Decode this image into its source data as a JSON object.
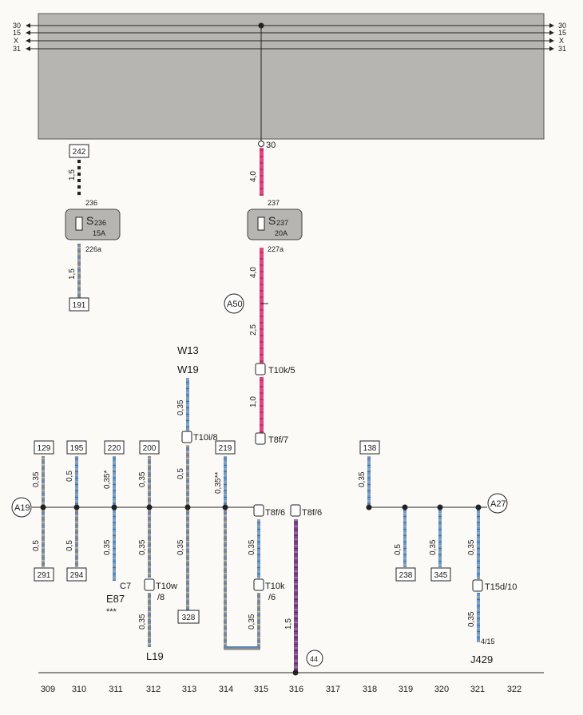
{
  "bus_labels_left": [
    "30",
    "15",
    "X",
    "31"
  ],
  "bus_labels_right": [
    "30",
    "15",
    "X",
    "31"
  ],
  "top_connection_label": "30",
  "fuses": [
    {
      "id": "S236",
      "name": "S",
      "sub": "236",
      "rating": "15A",
      "pin_in": "236",
      "pin_out": "226a"
    },
    {
      "id": "S237",
      "name": "S",
      "sub": "237",
      "rating": "20A",
      "pin_in": "237",
      "pin_out": "227a"
    }
  ],
  "wire_sizes": {
    "w242": "1,5",
    "w191": "1,5",
    "w30a": "4,0",
    "w30b": "4,0",
    "w30c": "2,5",
    "w30d": "1,0",
    "w129": "0,35",
    "w195": "0,5",
    "w220": "0,35*",
    "w200": "0,35",
    "w313": "0,35",
    "w313b": "0,5",
    "w219": "0,35**",
    "w291": "0,5",
    "w294": "0,5",
    "w311": "0,35",
    "w312": "0,35",
    "w312b": "0,35",
    "w313c": "0,35",
    "w315a": "0,35",
    "w315b": "0,35",
    "w316": "1,5",
    "w138": "0,35",
    "w238": "0,5",
    "w345": "0,35",
    "w321a": "0,35",
    "w321b": "0,35"
  },
  "boxes": {
    "b242": "242",
    "b191": "191",
    "b129": "129",
    "b195": "195",
    "b220": "220",
    "b200": "200",
    "b219": "219",
    "b291": "291",
    "b294": "294",
    "b328": "328",
    "b138": "138",
    "b238": "238",
    "b345": "345"
  },
  "circles": {
    "a50": "A50",
    "a19": "A19",
    "a27": "A27",
    "g44": "44"
  },
  "labels": {
    "w13": "W13",
    "w19": "W19",
    "t10k5": "T10k/5",
    "t8f7": "T8f/7",
    "t10i8": "T10i/8",
    "t8f6a": "T8f/6",
    "t8f6b": "T8f/6",
    "t10w": "T10w",
    "t10w8": "/8",
    "t10k6": "T10k",
    "t10k6s": "/6",
    "t15d": "T15d/10",
    "c7": "C7",
    "e87": "E87",
    "e87star": "***",
    "l19": "L19",
    "j429": "J429",
    "j429pin": "4/15"
  },
  "columns": [
    "309",
    "310",
    "311",
    "312",
    "313",
    "314",
    "315",
    "316",
    "317",
    "318",
    "319",
    "320",
    "321",
    "322"
  ]
}
